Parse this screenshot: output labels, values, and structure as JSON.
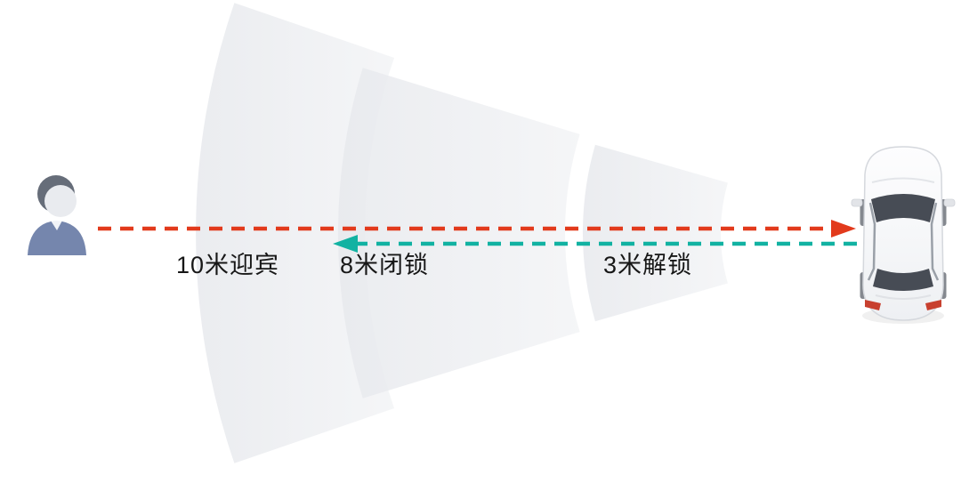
{
  "zones": {
    "welcome": {
      "label": "10米迎宾"
    },
    "lock": {
      "label": "8米闭锁"
    },
    "unlock": {
      "label": "3米解锁"
    }
  },
  "colors": {
    "approach_arrow": "#e23a1c",
    "return_arrow": "#12b2a2",
    "fan_outer": "#e7e9ed",
    "fan_inner": "#f3f4f6",
    "person_hair": "#666d79",
    "person_face": "#e9ebef",
    "person_body": "#7586ad",
    "car_window": "#474c55",
    "car_taillight": "#c8402f"
  }
}
